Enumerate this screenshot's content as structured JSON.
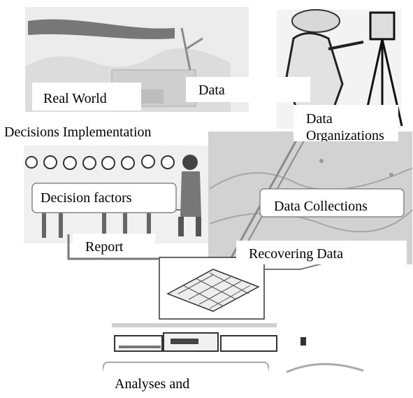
{
  "diagram": {
    "labels": {
      "real_world": "Real World",
      "data": "Data",
      "data_organizations": "Data Organizations",
      "decisions_implementation": "Decisions Implementation",
      "decision_factors": "Decision factors",
      "data_collections": "Data Collections",
      "report": "Report",
      "recovering_data": "Recovering Data",
      "analyses": "Analyses and"
    }
  }
}
